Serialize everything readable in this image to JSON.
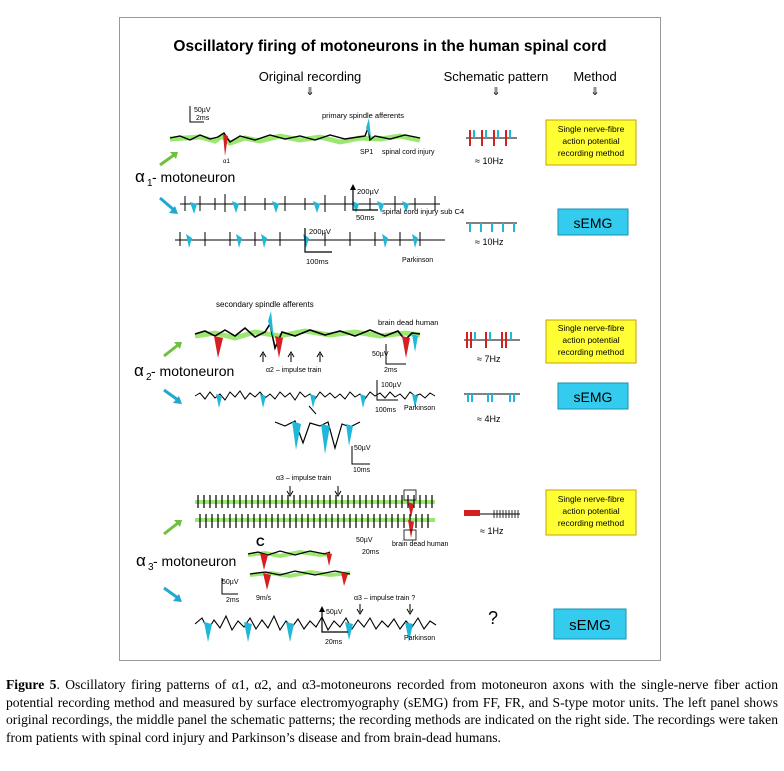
{
  "figure": {
    "title": "Oscillatory firing of motoneurons in the human spinal cord",
    "headers": {
      "original": "Original recording",
      "schematic": "Schematic pattern",
      "method": "Method",
      "arrow": "⇓"
    },
    "alpha1": {
      "label_greek": "α",
      "label_sub": "1",
      "label_suffix": " - motoneuron",
      "scale1_v": "50µV",
      "scale1_t": "2ms",
      "primary": "primary spindle afferents",
      "sp1": "SP1",
      "a1": "α1",
      "sci": "spinal cord injury",
      "trace2_v": "200µV",
      "trace2_t": "50ms",
      "sci_c4": "spinal cord injury sub C4",
      "trace3_v": "200µV",
      "trace3_t": "100ms",
      "parkinson": "Parkinson",
      "freq1": "≈ 10Hz",
      "freq2": "≈ 10Hz",
      "method1": [
        "Single nerve-fibre",
        "action potential",
        "recording method"
      ],
      "method2": "sEMG"
    },
    "alpha2": {
      "label_greek": "α",
      "label_sub": "2",
      "label_suffix": " - motoneuron",
      "secondary": "secondary spindle afferents",
      "brain_dead": "brain dead human",
      "scale_v": "50µV",
      "scale_t": "2ms",
      "impulse": "α2 – impulse train",
      "trace2_v": "100µV",
      "trace2_t": "100ms",
      "parkinson": "Parkinson",
      "inset_v": "50µV",
      "inset_t": "10ms",
      "freq1": "≈ 7Hz",
      "freq2": "≈ 4Hz",
      "method1": [
        "Single nerve-fibre",
        "action potential",
        "recording method"
      ],
      "method2": "sEMG"
    },
    "alpha3": {
      "label_greek": "α",
      "label_sub": "3",
      "label_suffix": " - motoneuron",
      "impulse": "α3 – impulse train",
      "c_label": "C",
      "scale_v": "50µV",
      "scale_t": "20ms",
      "brain_dead": "brain dead human",
      "scale2_v": "50µV",
      "scale2_t": "2ms",
      "velocity": "9m/s",
      "impulse2": "α3 – impulse train ?",
      "trace_v": "50µV",
      "trace_t": "20ms",
      "parkinson": "Parkinson",
      "freq1": "≈ 1Hz",
      "question": "?",
      "method1": [
        "Single nerve-fibre",
        "action potential",
        "recording method"
      ],
      "method2": "sEMG"
    },
    "colors": {
      "red": "#d42020",
      "cyan": "#20b8d8",
      "green_glow": "#9be870",
      "yellow_box": "#ffff33",
      "cyan_box": "#33ccee",
      "arrow_green": "#70c040",
      "arrow_cyan": "#20a8d0"
    }
  },
  "caption": {
    "label": "Figure 5",
    "text": ". Oscillatory firing patterns of α1, α2, and α3-motoneurons recorded from motoneuron axons with the single-nerve fiber action potential recording method and measured by surface electromyography (sEMG) from FF, FR, and S-type motor units. The left panel shows original recordings, the middle panel the schematic patterns; the recording methods are indicated on the right side. The recordings were taken from patients with spinal cord injury and Parkinson’s disease and from brain-dead humans."
  }
}
